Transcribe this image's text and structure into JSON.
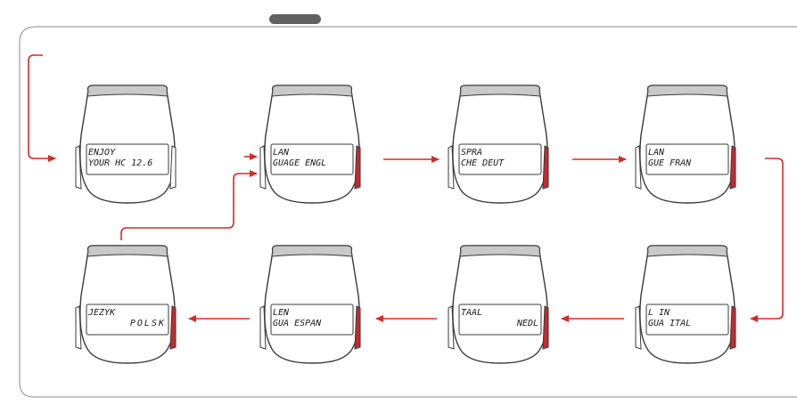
{
  "colors": {
    "arrow": "#d42a2a",
    "button_accent": "#c8282d",
    "outline": "#3a3a3a",
    "frame": "#8a8a8a",
    "tab": "#606060",
    "bezel_top": "#c9c9c9",
    "lcd_text": "#1a1a1a"
  },
  "header_tab": {
    "icon": "tab-marker"
  },
  "devices": [
    {
      "id": "start",
      "line1": "ENJOY",
      "line2": "YOUR  HC 12.6",
      "right_button_red": false
    },
    {
      "id": "english",
      "line1": "LAN",
      "line2": "GUAGE   ENGL",
      "right_button_red": true
    },
    {
      "id": "german",
      "line1": "SPRA",
      "line2": "CHE     DEUT",
      "right_button_red": true
    },
    {
      "id": "french",
      "line1": "LAN",
      "line2": "GUE     FRAN",
      "right_button_red": true
    },
    {
      "id": "italian",
      "line1": "L IN",
      "line2": "GUA     ITAL",
      "right_button_red": true
    },
    {
      "id": "dutch",
      "line1": "TAAL",
      "line2": "NEDL",
      "right_button_red": true
    },
    {
      "id": "spanish",
      "line1": "LEN",
      "line2": "GUA    ESPAN",
      "right_button_red": true
    },
    {
      "id": "polish",
      "line1": "JEZYK",
      "line2": "POLSK",
      "right_button_red": true
    }
  ]
}
